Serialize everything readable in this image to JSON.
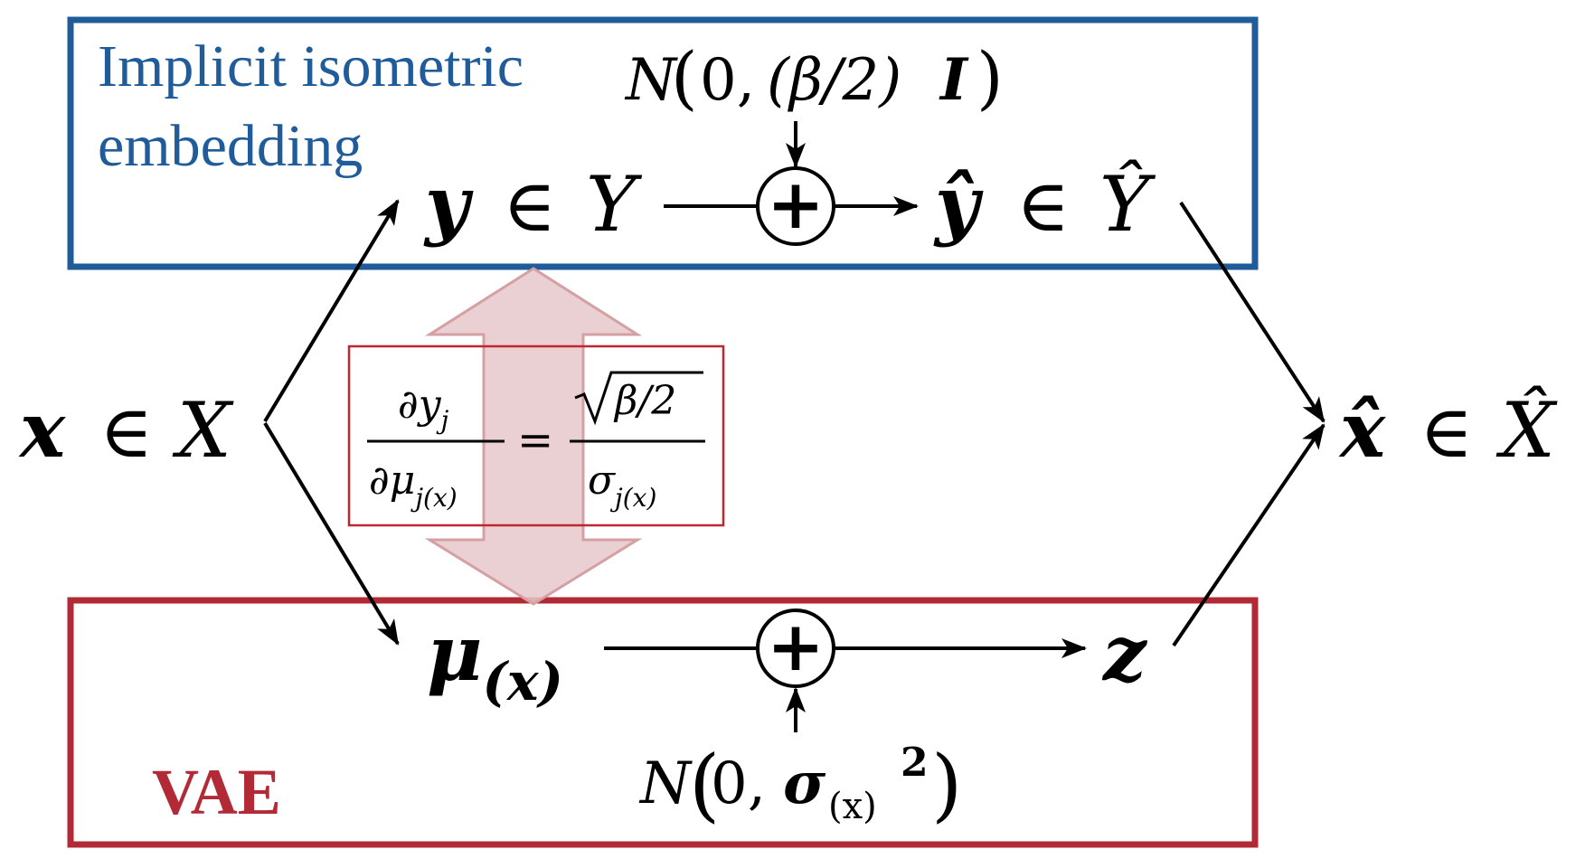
{
  "colors": {
    "blue_box": "#1f5c99",
    "red_box": "#b22a35",
    "arrow": "#000000",
    "double_arrow_fill": "#e8c8cb",
    "double_arrow_stroke": "#d4a0a4",
    "formula_box": "#c0262f"
  },
  "blue_box": {
    "title_line1": "Implicit isometric",
    "title_line2": "embedding"
  },
  "red_box": {
    "title": "VAE"
  },
  "nodes": {
    "x_bold": "x",
    "x_in": "∈",
    "x_set": "X",
    "y_bold": "y",
    "y_in": "∈",
    "y_set": "Y",
    "yhat_bold": "ŷ",
    "yhat_in": "∈",
    "yhat_set": "Ŷ",
    "xhat_bold": "x̂",
    "xhat_in": "∈",
    "xhat_set": "X̂",
    "mu_bold": "μ",
    "mu_sub": "(x)",
    "z_bold": "z"
  },
  "noise": {
    "top_N": "N",
    "top_paren_open": "(",
    "top_zero": "0,",
    "top_inner": "(β/2)",
    "top_I": "I",
    "top_paren_close": ")",
    "bottom_N": "N",
    "bottom_paren_open": "(",
    "bottom_zero": "0,",
    "bottom_sigma": "σ",
    "bottom_sigma_sub": "(x)",
    "bottom_sq": "2",
    "bottom_paren_close": ")"
  },
  "adders": {
    "symbol": "+"
  },
  "formula": {
    "num_left": "∂y",
    "num_left_sub": "j",
    "den_left": "∂μ",
    "den_left_sub": "j(x)",
    "equals": "=",
    "num_right": "β/2",
    "den_right": "σ",
    "den_right_sub": "j(x)"
  }
}
